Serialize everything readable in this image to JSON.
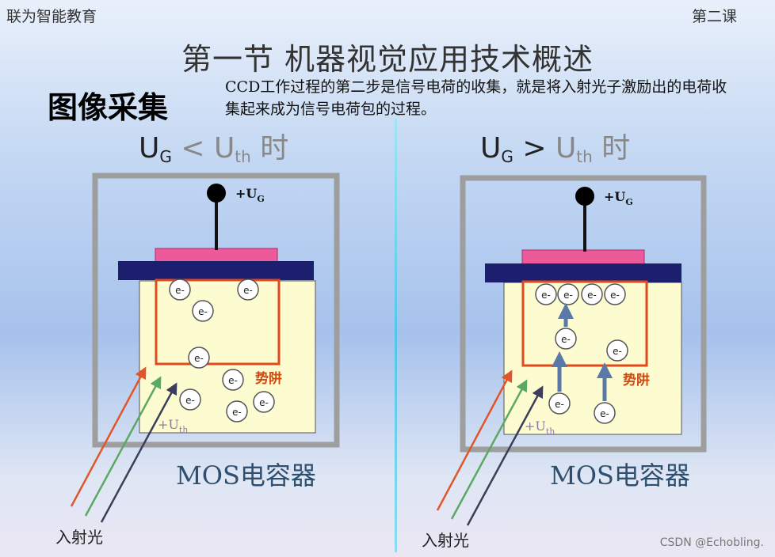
{
  "header": {
    "brand": "联为智能教育",
    "lesson": "第二课",
    "title": "第一节   机器视觉应用技术概述"
  },
  "section_label": "图像采集",
  "description": "CCD工作过程的第二步是信号电荷的收集，就是将入射光子激励出的电荷收集起来成为信号电荷包的过程。",
  "panels": [
    {
      "cond_u": "U",
      "cond_u_sub": "G",
      "cond_op": "<",
      "cond_th": "U",
      "cond_th_sub": "th",
      "cond_time": "时",
      "gate_label": "+U",
      "gate_sub": "G",
      "well_label": "势阱",
      "uth_label": "+U",
      "uth_sub": "th",
      "device_label": "MOS电容器",
      "light_label": "入射光",
      "electron_label": "e-"
    },
    {
      "cond_u": "U",
      "cond_u_sub": "G",
      "cond_op": ">",
      "cond_th": "U",
      "cond_th_sub": "th",
      "cond_time": "时",
      "gate_label": "+U",
      "gate_sub": "G",
      "well_label": "势阱",
      "uth_label": "+U",
      "uth_sub": "th",
      "device_label": "MOS电容器",
      "light_label": "入射光",
      "electron_label": "e-"
    }
  ],
  "watermark": "CSDN @Echobling.",
  "colors": {
    "frame": "#9e9e9e",
    "oxide": "#1c1f6e",
    "gate_metal": "#ec5a9a",
    "substrate": "#fdfbd0",
    "well": "#e04a1c",
    "well_label": "#d04a10",
    "uth_label": "#8b7aa8",
    "arrow_red": "#e0562a",
    "arrow_green": "#5aa864",
    "arrow_dark": "#3a3e5a",
    "electron_arrow": "#5a78a8"
  }
}
